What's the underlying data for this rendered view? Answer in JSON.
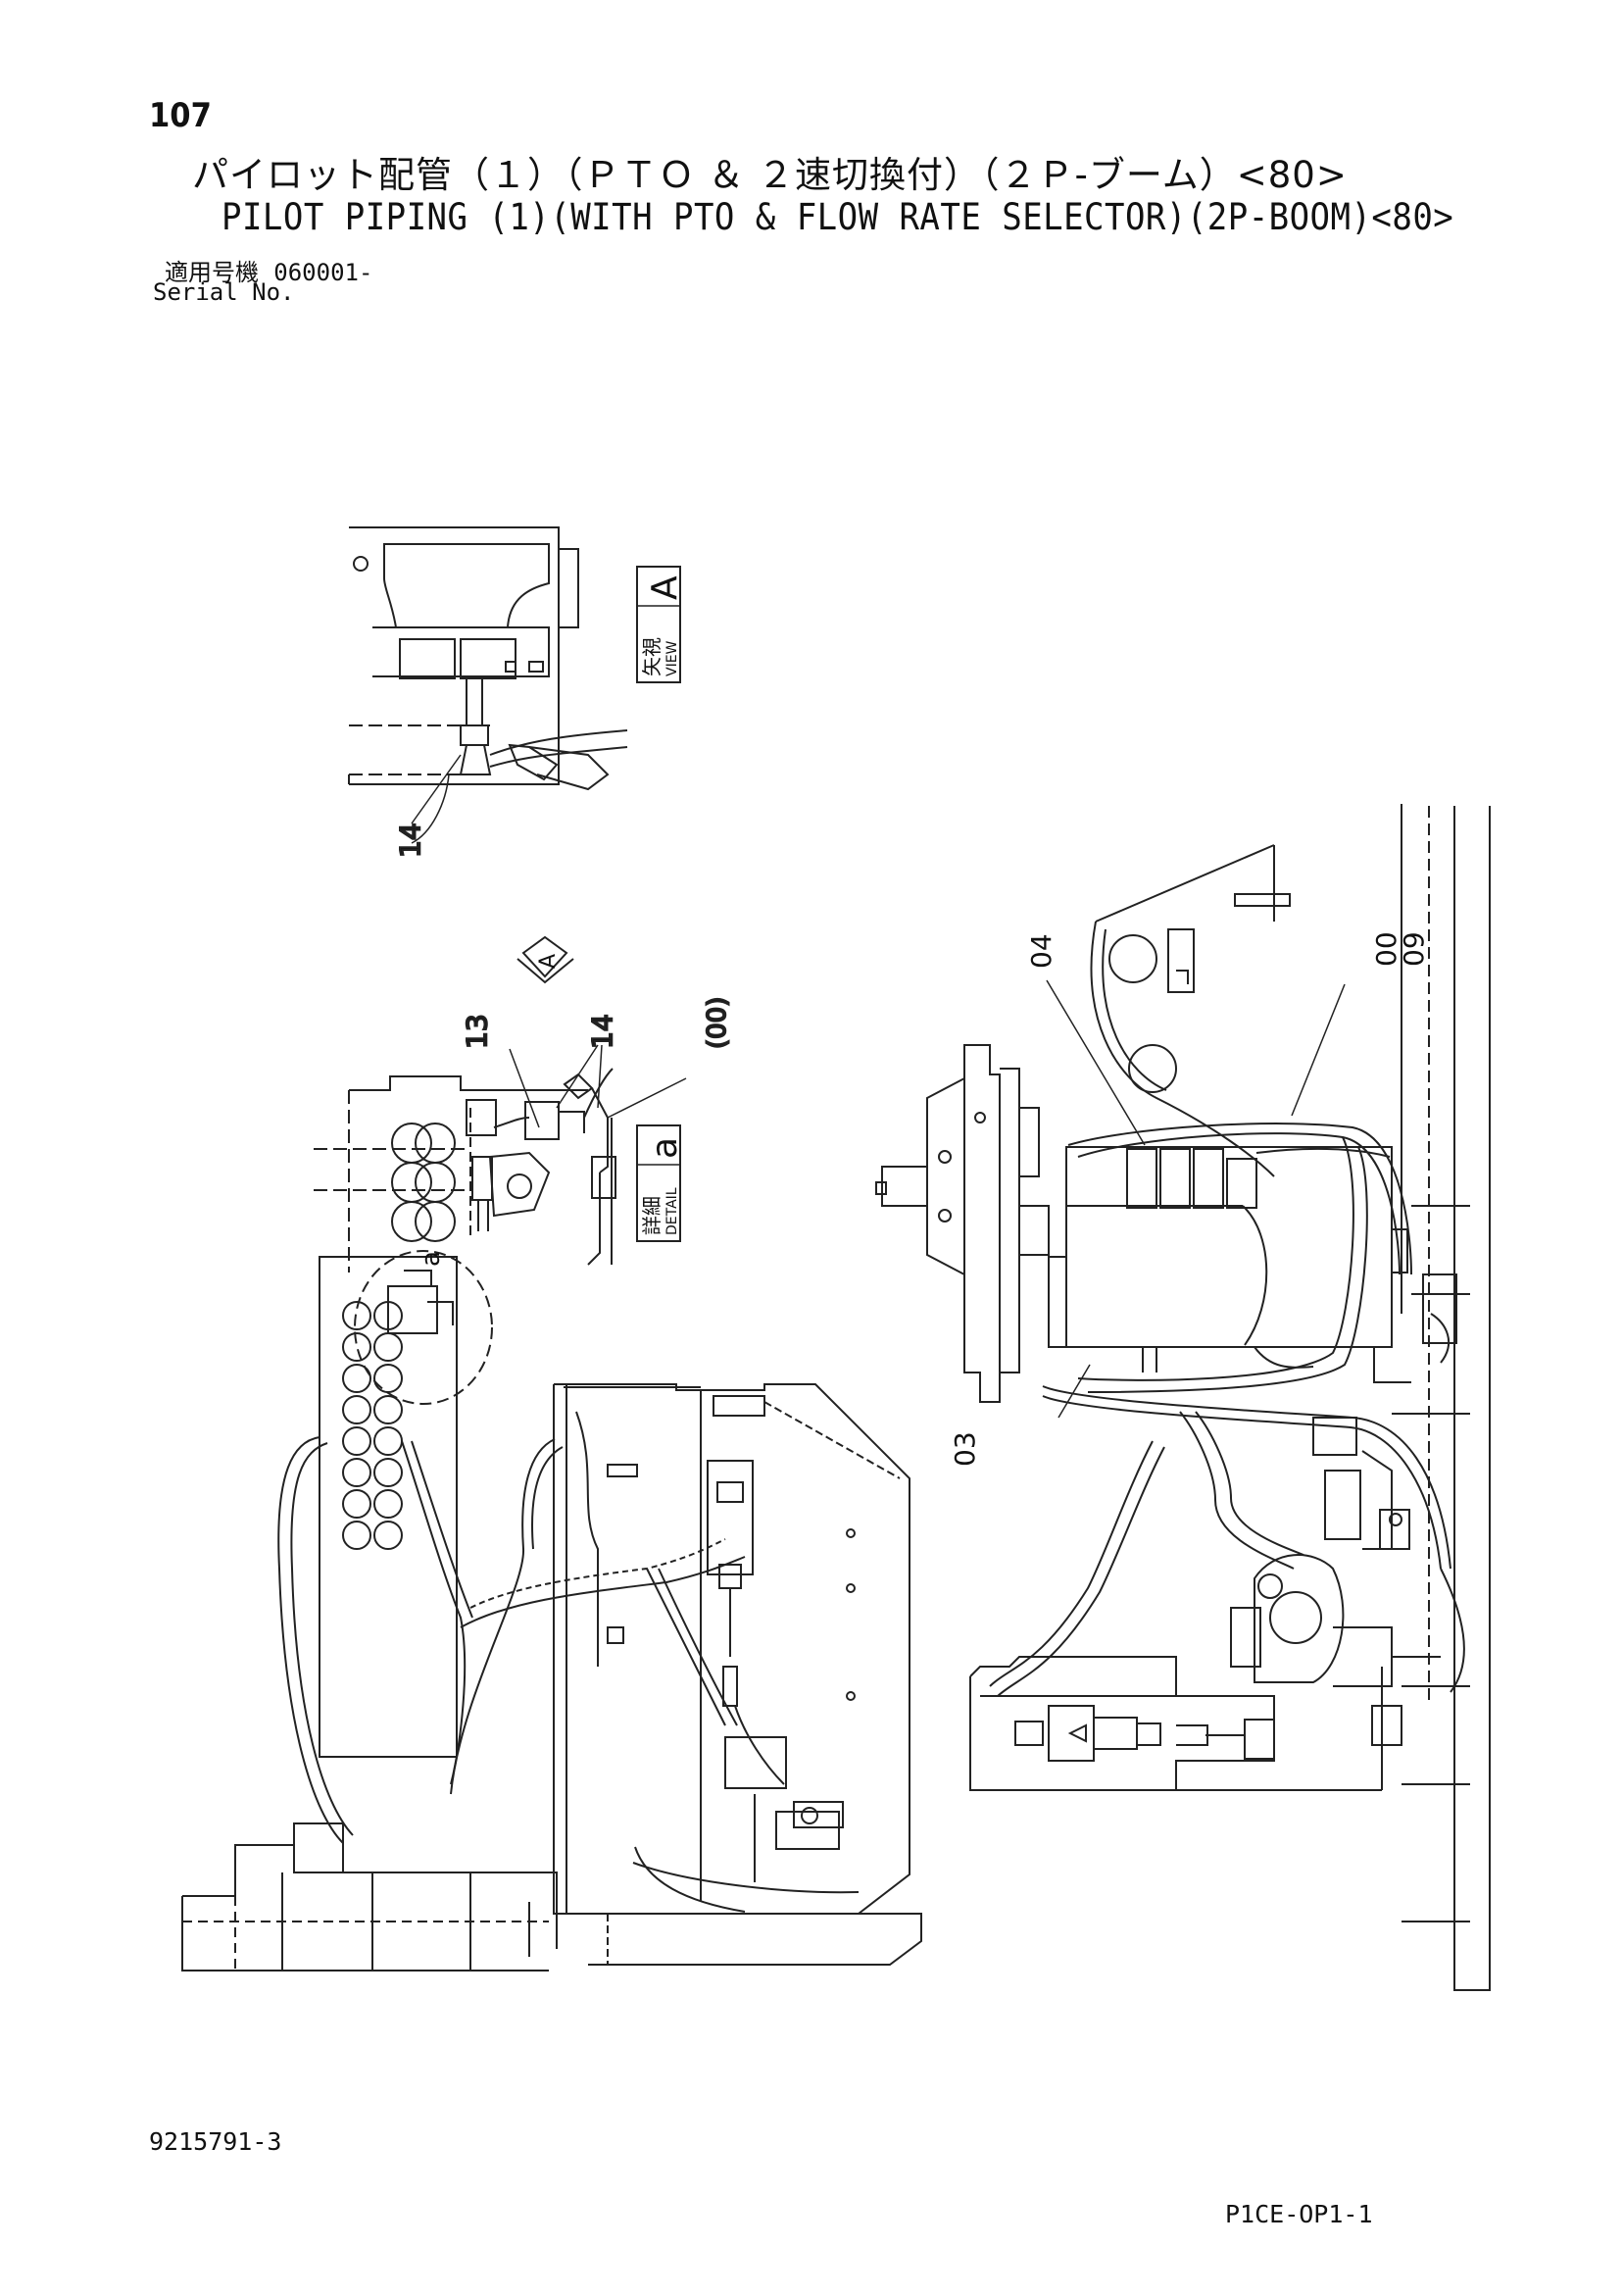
{
  "header": {
    "page_number": "107",
    "title_jp": "パイロット配管（１）（ＰＴＯ ＆ ２速切換付）（２Ｐ-ブーム）<80>",
    "title_en": "PILOT PIPING (1)(WITH PTO & FLOW RATE SELECTOR)(2P-BOOM)<80>",
    "serial_label_jp": "適用号機",
    "serial_value": "060001-",
    "serial_label_en": "Serial No."
  },
  "view_a": {
    "label_jp": "矢視",
    "label_en": "VIEW",
    "letter": "A",
    "callouts": [
      "14"
    ]
  },
  "detail_a": {
    "label_jp": "詳細",
    "label_en": "DETAIL",
    "letter": "a",
    "callouts": [
      "13",
      "14",
      "(00)"
    ]
  },
  "view_arrow_letter": "A",
  "main_callouts": {
    "c04": "04",
    "c00": "00",
    "c09": "09",
    "c03": "03"
  },
  "detail_circle_letter": "a",
  "footer": {
    "drawing_number": "9215791-3",
    "page_code": "P1CE-OP1-1"
  }
}
